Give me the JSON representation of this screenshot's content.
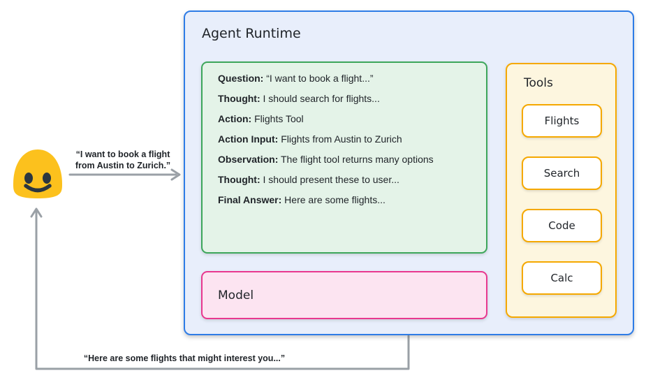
{
  "colors": {
    "runtime-border": "#2e7ce6",
    "runtime-bg": "#e8eefb",
    "trace-border": "#3da65b",
    "trace-bg": "#e4f3e8",
    "model-border": "#e8388f",
    "model-bg": "#fce4f1",
    "tools-border": "#f5a800",
    "tools-bg": "#fdf6df",
    "button-bg": "#ffffff",
    "arrow": "#9aa0a6",
    "emoji-yellow": "#fcc11d",
    "emoji-features": "#2b3640",
    "text": "#1f2328"
  },
  "user": {
    "avatar": "smiley-blob-emoji"
  },
  "messages": {
    "request_line1": "“I want to book a flight",
    "request_line2": "from Austin to Zurich.”",
    "response": "“Here are some flights that might interest you...”"
  },
  "agent_runtime": {
    "title": "Agent Runtime",
    "trace_lines": [
      {
        "label": "Question:",
        "text": "“I want to book a flight...”"
      },
      {
        "label": "Thought:",
        "text": "I should search for flights..."
      },
      {
        "label": "Action:",
        "text": "Flights Tool"
      },
      {
        "label": "Action Input:",
        "text": "Flights from Austin to Zurich"
      },
      {
        "label": "Observation:",
        "text": "The flight tool returns many options"
      },
      {
        "label": "Thought:",
        "text": "I should present these to user..."
      },
      {
        "label": "Final Answer:",
        "text": "Here are some flights..."
      }
    ],
    "model_label": "Model",
    "tools": {
      "title": "Tools",
      "buttons": [
        {
          "label": "Flights"
        },
        {
          "label": "Search"
        },
        {
          "label": "Code"
        },
        {
          "label": "Calc"
        }
      ]
    }
  }
}
